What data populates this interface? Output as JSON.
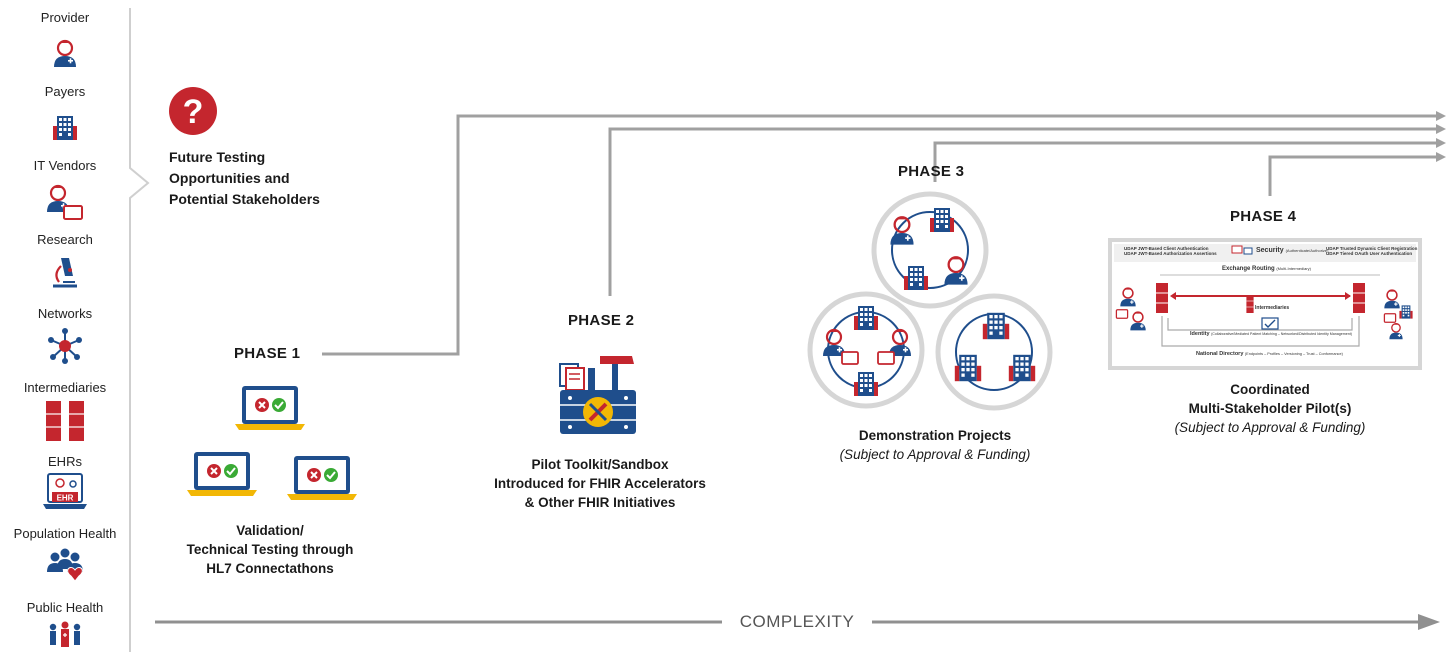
{
  "sidebar": {
    "items": [
      {
        "label": "Provider",
        "icon": "provider-icon"
      },
      {
        "label": "Payers",
        "icon": "payers-building-icon"
      },
      {
        "label": "IT Vendors",
        "icon": "it-vendor-icon"
      },
      {
        "label": "Research",
        "icon": "microscope-icon"
      },
      {
        "label": "Networks",
        "icon": "network-hub-icon"
      },
      {
        "label": "Intermediaries",
        "icon": "server-rack-icon"
      },
      {
        "label": "EHRs",
        "icon": "ehr-laptop-icon"
      },
      {
        "label": "Population Health",
        "icon": "population-health-icon"
      },
      {
        "label": "Public Health",
        "icon": "public-health-icon"
      }
    ]
  },
  "future": {
    "icon": "question-mark-icon",
    "text_line1": "Future Testing",
    "text_line2": "Opportunities and",
    "text_line3": "Potential Stakeholders"
  },
  "phase1": {
    "title": "PHASE 1",
    "caption_line1": "Validation/",
    "caption_line2": "Technical Testing through",
    "caption_line3": "HL7 Connectathons"
  },
  "phase2": {
    "title": "PHASE 2",
    "caption_line1": "Pilot Toolkit/Sandbox",
    "caption_line2": "Introduced for FHIR Accelerators",
    "caption_line3": "& Other FHIR Initiatives"
  },
  "phase3": {
    "title": "PHASE 3",
    "caption_line1": "Demonstration Projects",
    "caption_line2": "(Subject to Approval & Funding)"
  },
  "phase4": {
    "title": "PHASE 4",
    "caption_line1": "Coordinated",
    "caption_line2": "Multi-Stakeholder Pilot(s)",
    "caption_line3": "(Subject to Approval & Funding)",
    "diagram": {
      "top_left_line1": "UDAP JWT-Based Client Authentication",
      "top_left_line2": "UDAP JWT-Based Authorization Assertions",
      "security": "Security",
      "security_sub": "(Authenticate/Authorize)",
      "top_right_line1": "UDAP Trusted Dynamic Client Registration",
      "top_right_line2": "UDAP Tiered OAuth User Authentication",
      "exchange": "Exchange Routing",
      "exchange_sub": "(Multi-Intermediary)",
      "intermediaries": "Intermediaries",
      "identity": "Identity",
      "identity_sub": "(Collaborative/Mediated Patient Matching – Networked/Distributed Identity Management)",
      "directory": "National Directory",
      "directory_sub": "(Endpoints – Profiles – Versioning – Trust – Conformance)"
    }
  },
  "axis": {
    "label": "COMPLEXITY"
  },
  "colors": {
    "red": "#c4262e",
    "blue": "#1f4e8c",
    "navy": "#163a6b",
    "yellow": "#f2b705",
    "green": "#3aaa35",
    "gray_line": "#a0a0a0",
    "circle_border": "#d6d6d6"
  }
}
